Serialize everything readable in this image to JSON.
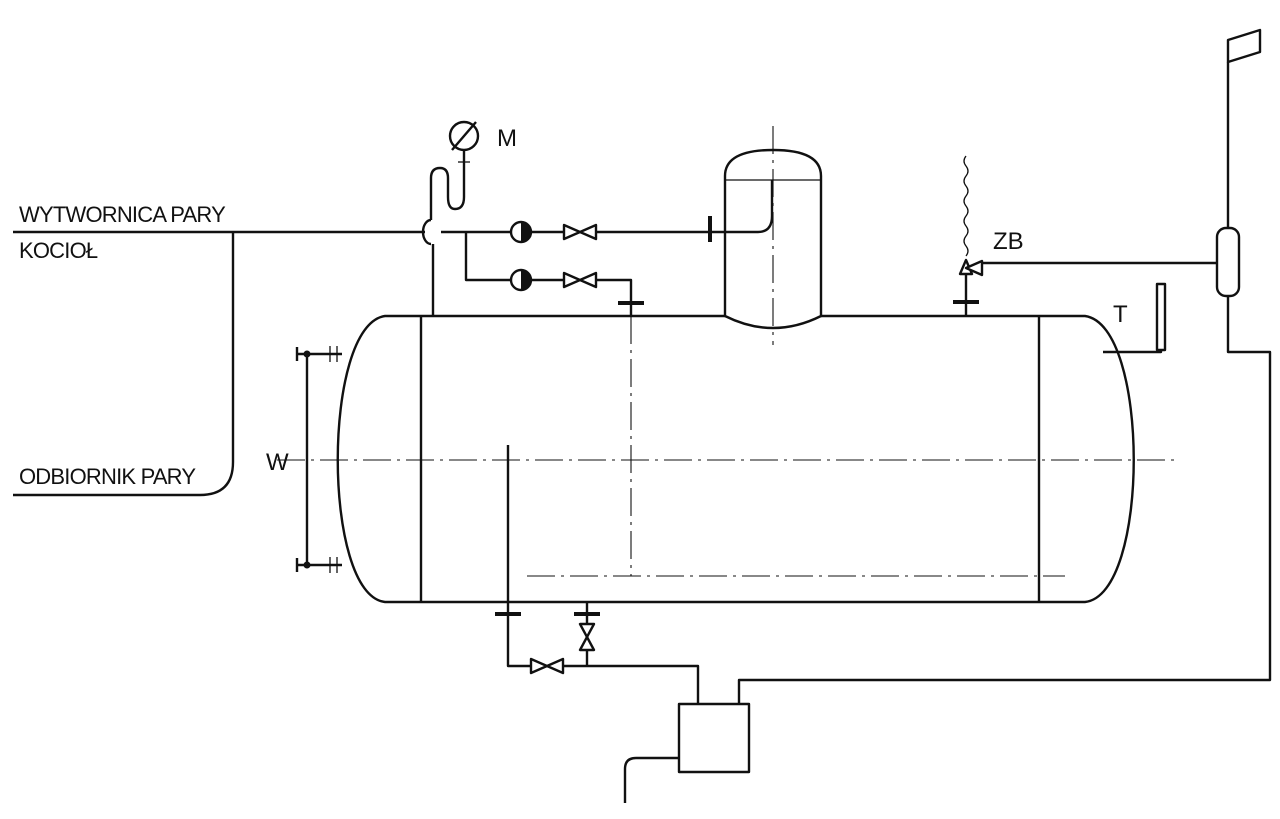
{
  "labels": {
    "steam_generator": "WYTWORNICA PARY",
    "boiler": "KOCIOŁ",
    "steam_receiver": "ODBIORNIK PARY",
    "manometer": "M",
    "safety_valve": "ZB",
    "thermometer": "T",
    "water_gauge": "W"
  }
}
